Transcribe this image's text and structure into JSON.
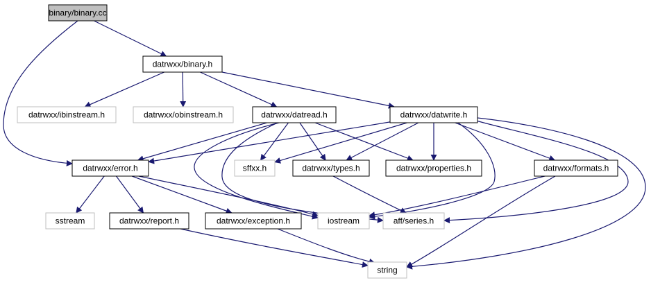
{
  "colors": {
    "edge": "#191970",
    "border_doc": "#000000",
    "border_missing": "#bfbfbf",
    "fill_root": "#bfbfbf",
    "fill_default": "#ffffff"
  },
  "nodes": [
    {
      "id": "n_binary_cc",
      "label": "binary/binary.cc",
      "style": "root"
    },
    {
      "id": "n_binary_h",
      "label": "datrwxx/binary.h",
      "style": "doc"
    },
    {
      "id": "n_ibinstream",
      "label": "datrwxx/ibinstream.h",
      "style": "missing"
    },
    {
      "id": "n_obinstream",
      "label": "datrwxx/obinstream.h",
      "style": "missing"
    },
    {
      "id": "n_datread",
      "label": "datrwxx/datread.h",
      "style": "doc"
    },
    {
      "id": "n_datwrite",
      "label": "datrwxx/datwrite.h",
      "style": "doc"
    },
    {
      "id": "n_error",
      "label": "datrwxx/error.h",
      "style": "doc"
    },
    {
      "id": "n_sffxx",
      "label": "sffxx.h",
      "style": "missing"
    },
    {
      "id": "n_types",
      "label": "datrwxx/types.h",
      "style": "doc"
    },
    {
      "id": "n_properties",
      "label": "datrwxx/properties.h",
      "style": "doc"
    },
    {
      "id": "n_formats",
      "label": "datrwxx/formats.h",
      "style": "doc"
    },
    {
      "id": "n_sstream",
      "label": "sstream",
      "style": "missing"
    },
    {
      "id": "n_report",
      "label": "datrwxx/report.h",
      "style": "doc"
    },
    {
      "id": "n_exception",
      "label": "datrwxx/exception.h",
      "style": "doc"
    },
    {
      "id": "n_iostream",
      "label": "iostream",
      "style": "missing"
    },
    {
      "id": "n_series",
      "label": "aff/series.h",
      "style": "missing"
    },
    {
      "id": "n_string",
      "label": "string",
      "style": "missing"
    }
  ],
  "edges": [
    {
      "from": "n_binary_cc",
      "to": "n_binary_h"
    },
    {
      "from": "n_binary_cc",
      "to": "n_error"
    },
    {
      "from": "n_binary_h",
      "to": "n_ibinstream"
    },
    {
      "from": "n_binary_h",
      "to": "n_obinstream"
    },
    {
      "from": "n_binary_h",
      "to": "n_datread"
    },
    {
      "from": "n_binary_h",
      "to": "n_datwrite"
    },
    {
      "from": "n_datread",
      "to": "n_error"
    },
    {
      "from": "n_datread",
      "to": "n_sffxx"
    },
    {
      "from": "n_datread",
      "to": "n_types"
    },
    {
      "from": "n_datread",
      "to": "n_properties"
    },
    {
      "from": "n_datread",
      "to": "n_iostream"
    },
    {
      "from": "n_datread",
      "to": "n_series"
    },
    {
      "from": "n_datwrite",
      "to": "n_error"
    },
    {
      "from": "n_datwrite",
      "to": "n_sffxx"
    },
    {
      "from": "n_datwrite",
      "to": "n_types"
    },
    {
      "from": "n_datwrite",
      "to": "n_properties"
    },
    {
      "from": "n_datwrite",
      "to": "n_formats"
    },
    {
      "from": "n_datwrite",
      "to": "n_iostream"
    },
    {
      "from": "n_datwrite",
      "to": "n_series"
    },
    {
      "from": "n_datwrite",
      "to": "n_string"
    },
    {
      "from": "n_error",
      "to": "n_sstream"
    },
    {
      "from": "n_error",
      "to": "n_report"
    },
    {
      "from": "n_error",
      "to": "n_exception"
    },
    {
      "from": "n_error",
      "to": "n_iostream"
    },
    {
      "from": "n_types",
      "to": "n_series"
    },
    {
      "from": "n_formats",
      "to": "n_iostream"
    },
    {
      "from": "n_formats",
      "to": "n_string"
    },
    {
      "from": "n_report",
      "to": "n_string"
    },
    {
      "from": "n_exception",
      "to": "n_string"
    }
  ]
}
